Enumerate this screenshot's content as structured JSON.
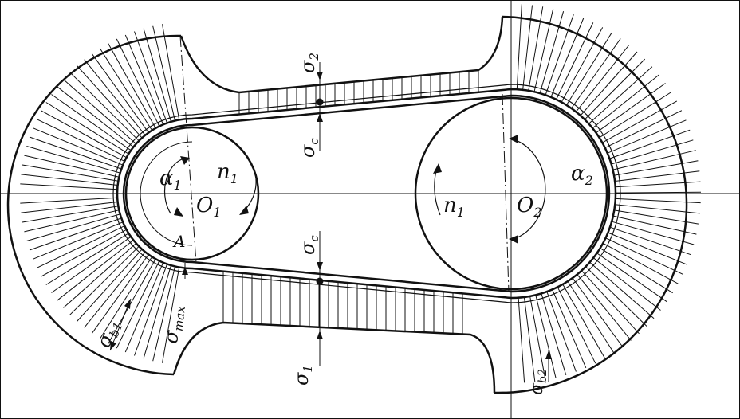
{
  "diagram": {
    "colors": {
      "ink": "#111111",
      "background": "#ffffff"
    },
    "labels": {
      "alpha1": "α",
      "alpha1_sub": "1",
      "alpha2": "α",
      "alpha2_sub": "2",
      "n1_left": "n",
      "n1_left_sub": "1",
      "n1_right": "n",
      "n1_right_sub": "1",
      "O1": "O",
      "O1_sub": "1",
      "O2": "O",
      "O2_sub": "2",
      "A": "A",
      "sigma2": "σ",
      "sigma2_sub": "2",
      "sigma_c_top": "σ",
      "sigma_c_top_sub": "c",
      "sigma_c_bottom": "σ",
      "sigma_c_bottom_sub": "c",
      "sigma1": "σ",
      "sigma1_sub": "1",
      "sigma_b1": "σ",
      "sigma_b1_sub": "b1",
      "sigma_max": "σ",
      "sigma_max_sub": "max",
      "sigma_b2": "σ",
      "sigma_b2_sub": "b2"
    }
  }
}
